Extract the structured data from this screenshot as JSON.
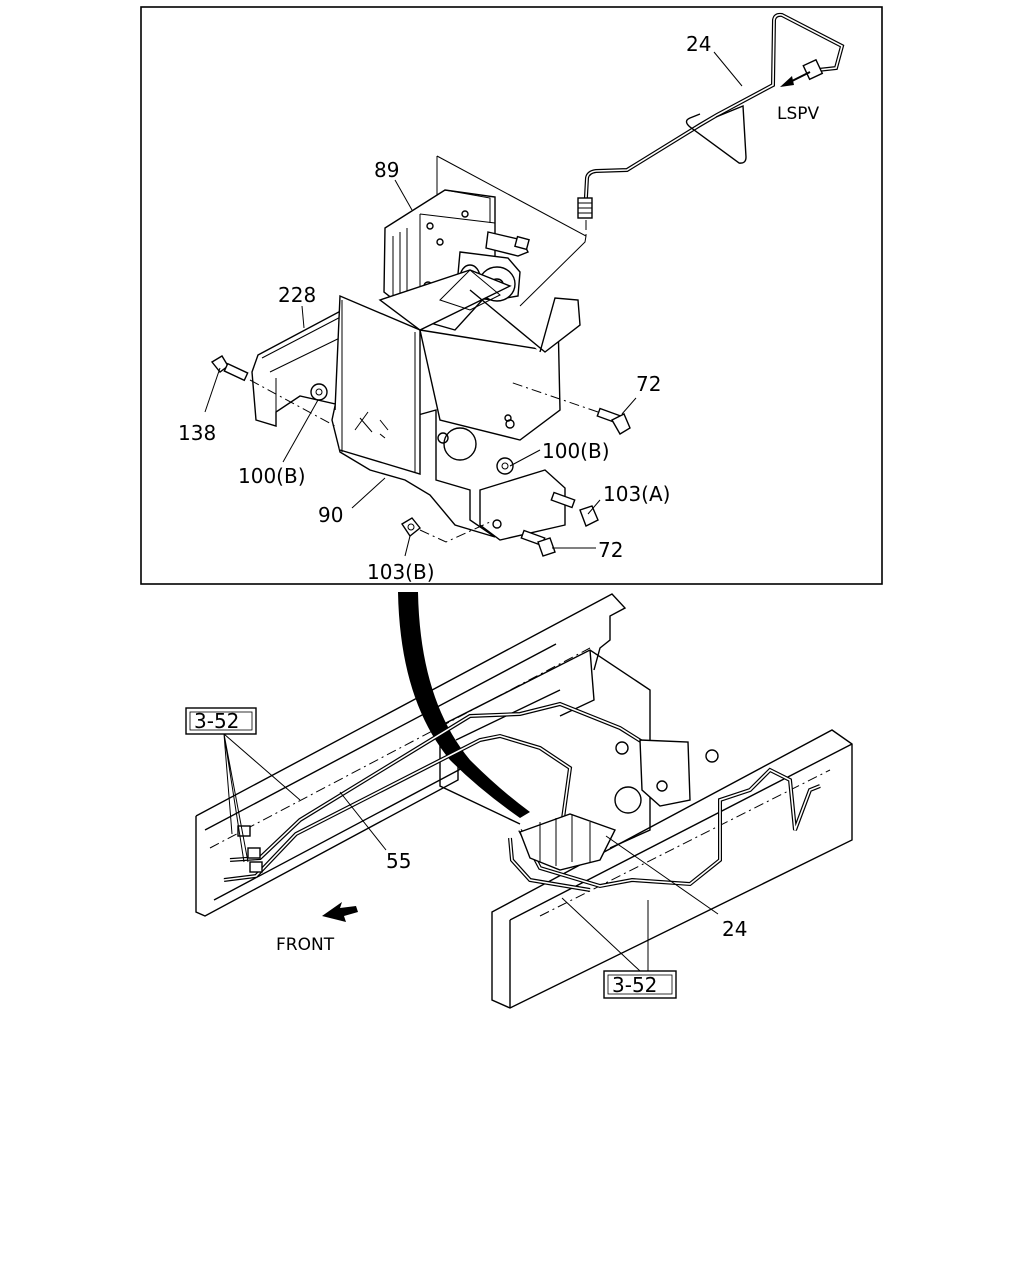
{
  "detail_callouts": {
    "c24_top": "24",
    "lspv": "LSPV",
    "c89": "89",
    "c228": "228",
    "c72_top": "72",
    "c138": "138",
    "c100b_left": "100(B)",
    "c100b_right": "100(B)",
    "c103a": "103(A)",
    "c90": "90",
    "c72_bottom": "72",
    "c103b": "103(B)"
  },
  "overview_callouts": {
    "ref_left": "3-52",
    "c55": "55",
    "front": "FRONT",
    "c24_bottom": "24",
    "ref_right": "3-52"
  }
}
